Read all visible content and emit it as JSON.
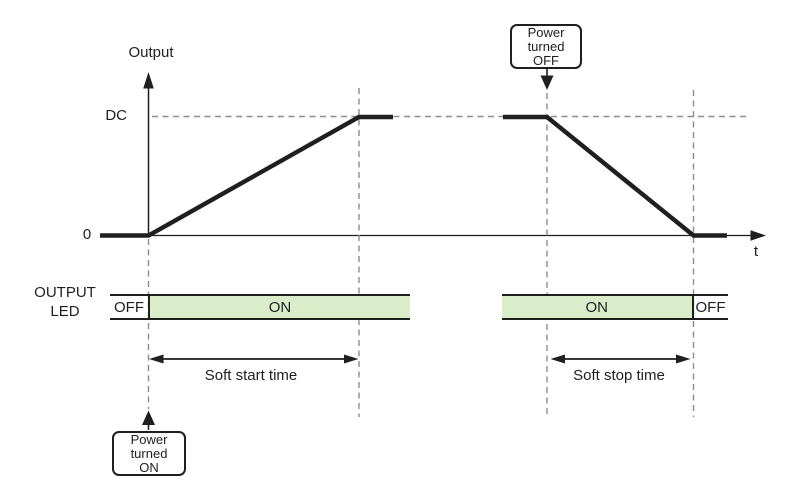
{
  "colors": {
    "line": "#1f1f1f",
    "dashed_guide": "#8c8c8c",
    "led_on_fill": "#d9edca",
    "background": "#ffffff"
  },
  "axis": {
    "y_label": "Output",
    "x_label": "t",
    "dc_label": "DC",
    "zero_label": "0"
  },
  "led": {
    "row_label_line1": "OUTPUT",
    "row_label_line2": "LED",
    "segments": [
      {
        "state": "OFF"
      },
      {
        "state": "ON"
      },
      {
        "state": "ON"
      },
      {
        "state": "OFF"
      }
    ]
  },
  "annotations": {
    "power_on": {
      "l1": "Power",
      "l2": "turned",
      "l3": "ON"
    },
    "power_off": {
      "l1": "Power",
      "l2": "turned",
      "l3": "OFF"
    },
    "soft_start": "Soft start time",
    "soft_stop": "Soft stop time"
  }
}
